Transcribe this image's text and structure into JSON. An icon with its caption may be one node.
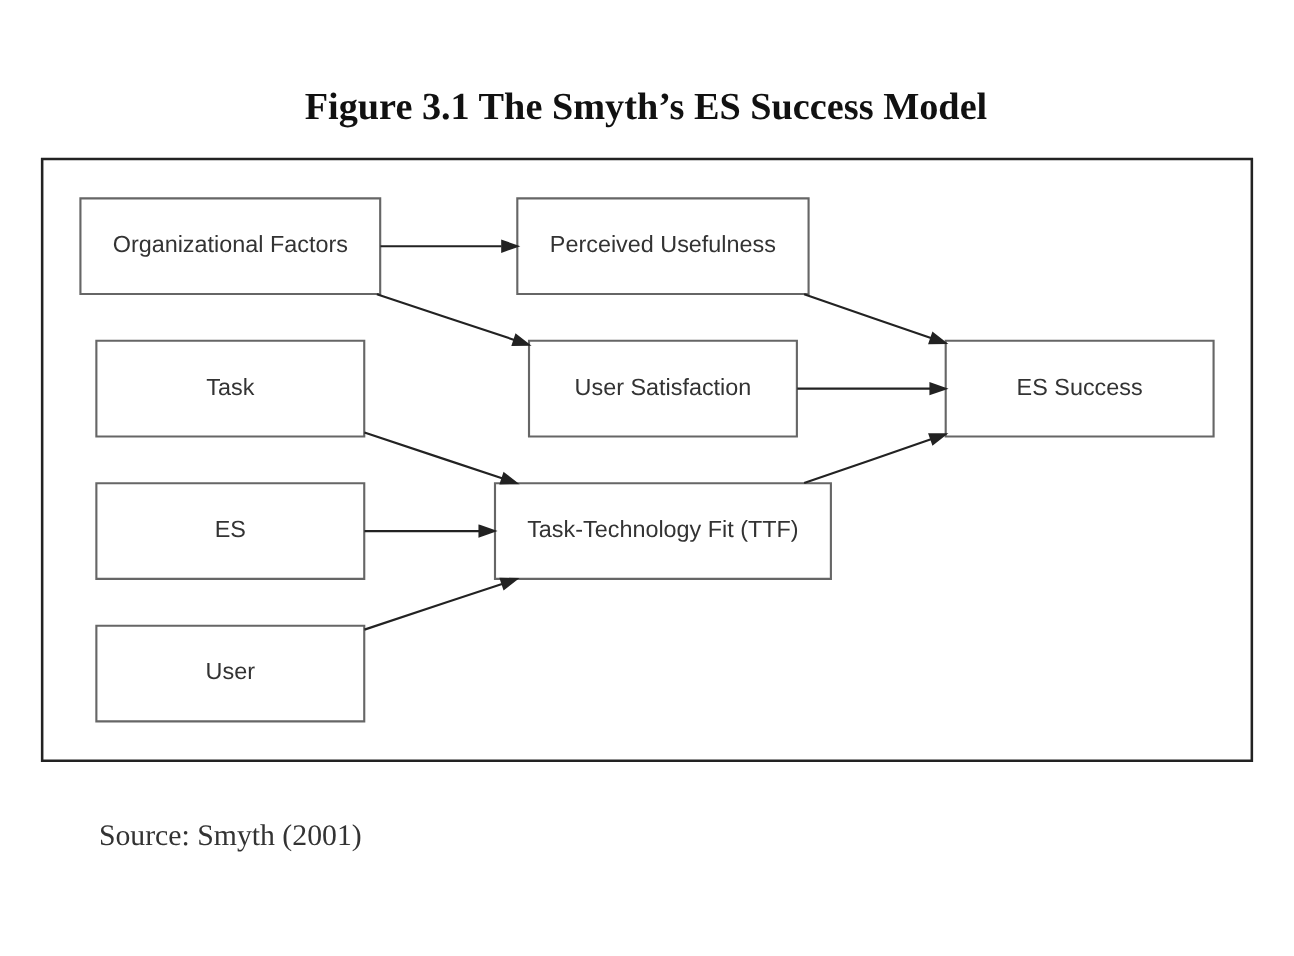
{
  "diagram": {
    "title": "Figure 3.1 The Smyth’s ES Success Model",
    "caption": "Source: Smyth (2001)",
    "nodes": [
      {
        "text": [],
        "shape": "box"
      },
      {
        "text": [
          "Organizational Factors"
        ],
        "in": 0
      },
      {
        "text": [
          "Perceived Usefulness"
        ],
        "in": 0
      },
      {
        "text": [
          "User Satisfaction"
        ],
        "in": 0
      },
      {
        "text": [
          "ES Success"
        ],
        "in": 0
      },
      {
        "text": [
          "Task"
        ],
        "in": 0
      },
      {
        "text": [
          "ES"
        ],
        "in": 0
      },
      {
        "text": [
          "User"
        ],
        "in": 0
      },
      {
        "text": [
          "Task-Technology Fit (TTF)"
        ],
        "in": 0
      }
    ],
    "edges": [
      {
        "from": 1,
        "to": 2,
        "arrow": "to"
      },
      {
        "from": 1,
        "to": 3,
        "arrow": "to"
      },
      {
        "from": 2,
        "to": 4,
        "arrow": "to"
      },
      {
        "from": 3,
        "to": 4,
        "arrow": "to"
      },
      {
        "from": 8,
        "to": 4,
        "arrow": "to"
      },
      {
        "from": 5,
        "to": 8,
        "arrow": "to"
      },
      {
        "from": 6,
        "to": 8,
        "arrow": "to"
      },
      {
        "from": 7,
        "to": 8,
        "arrow": "to"
      }
    ]
  }
}
